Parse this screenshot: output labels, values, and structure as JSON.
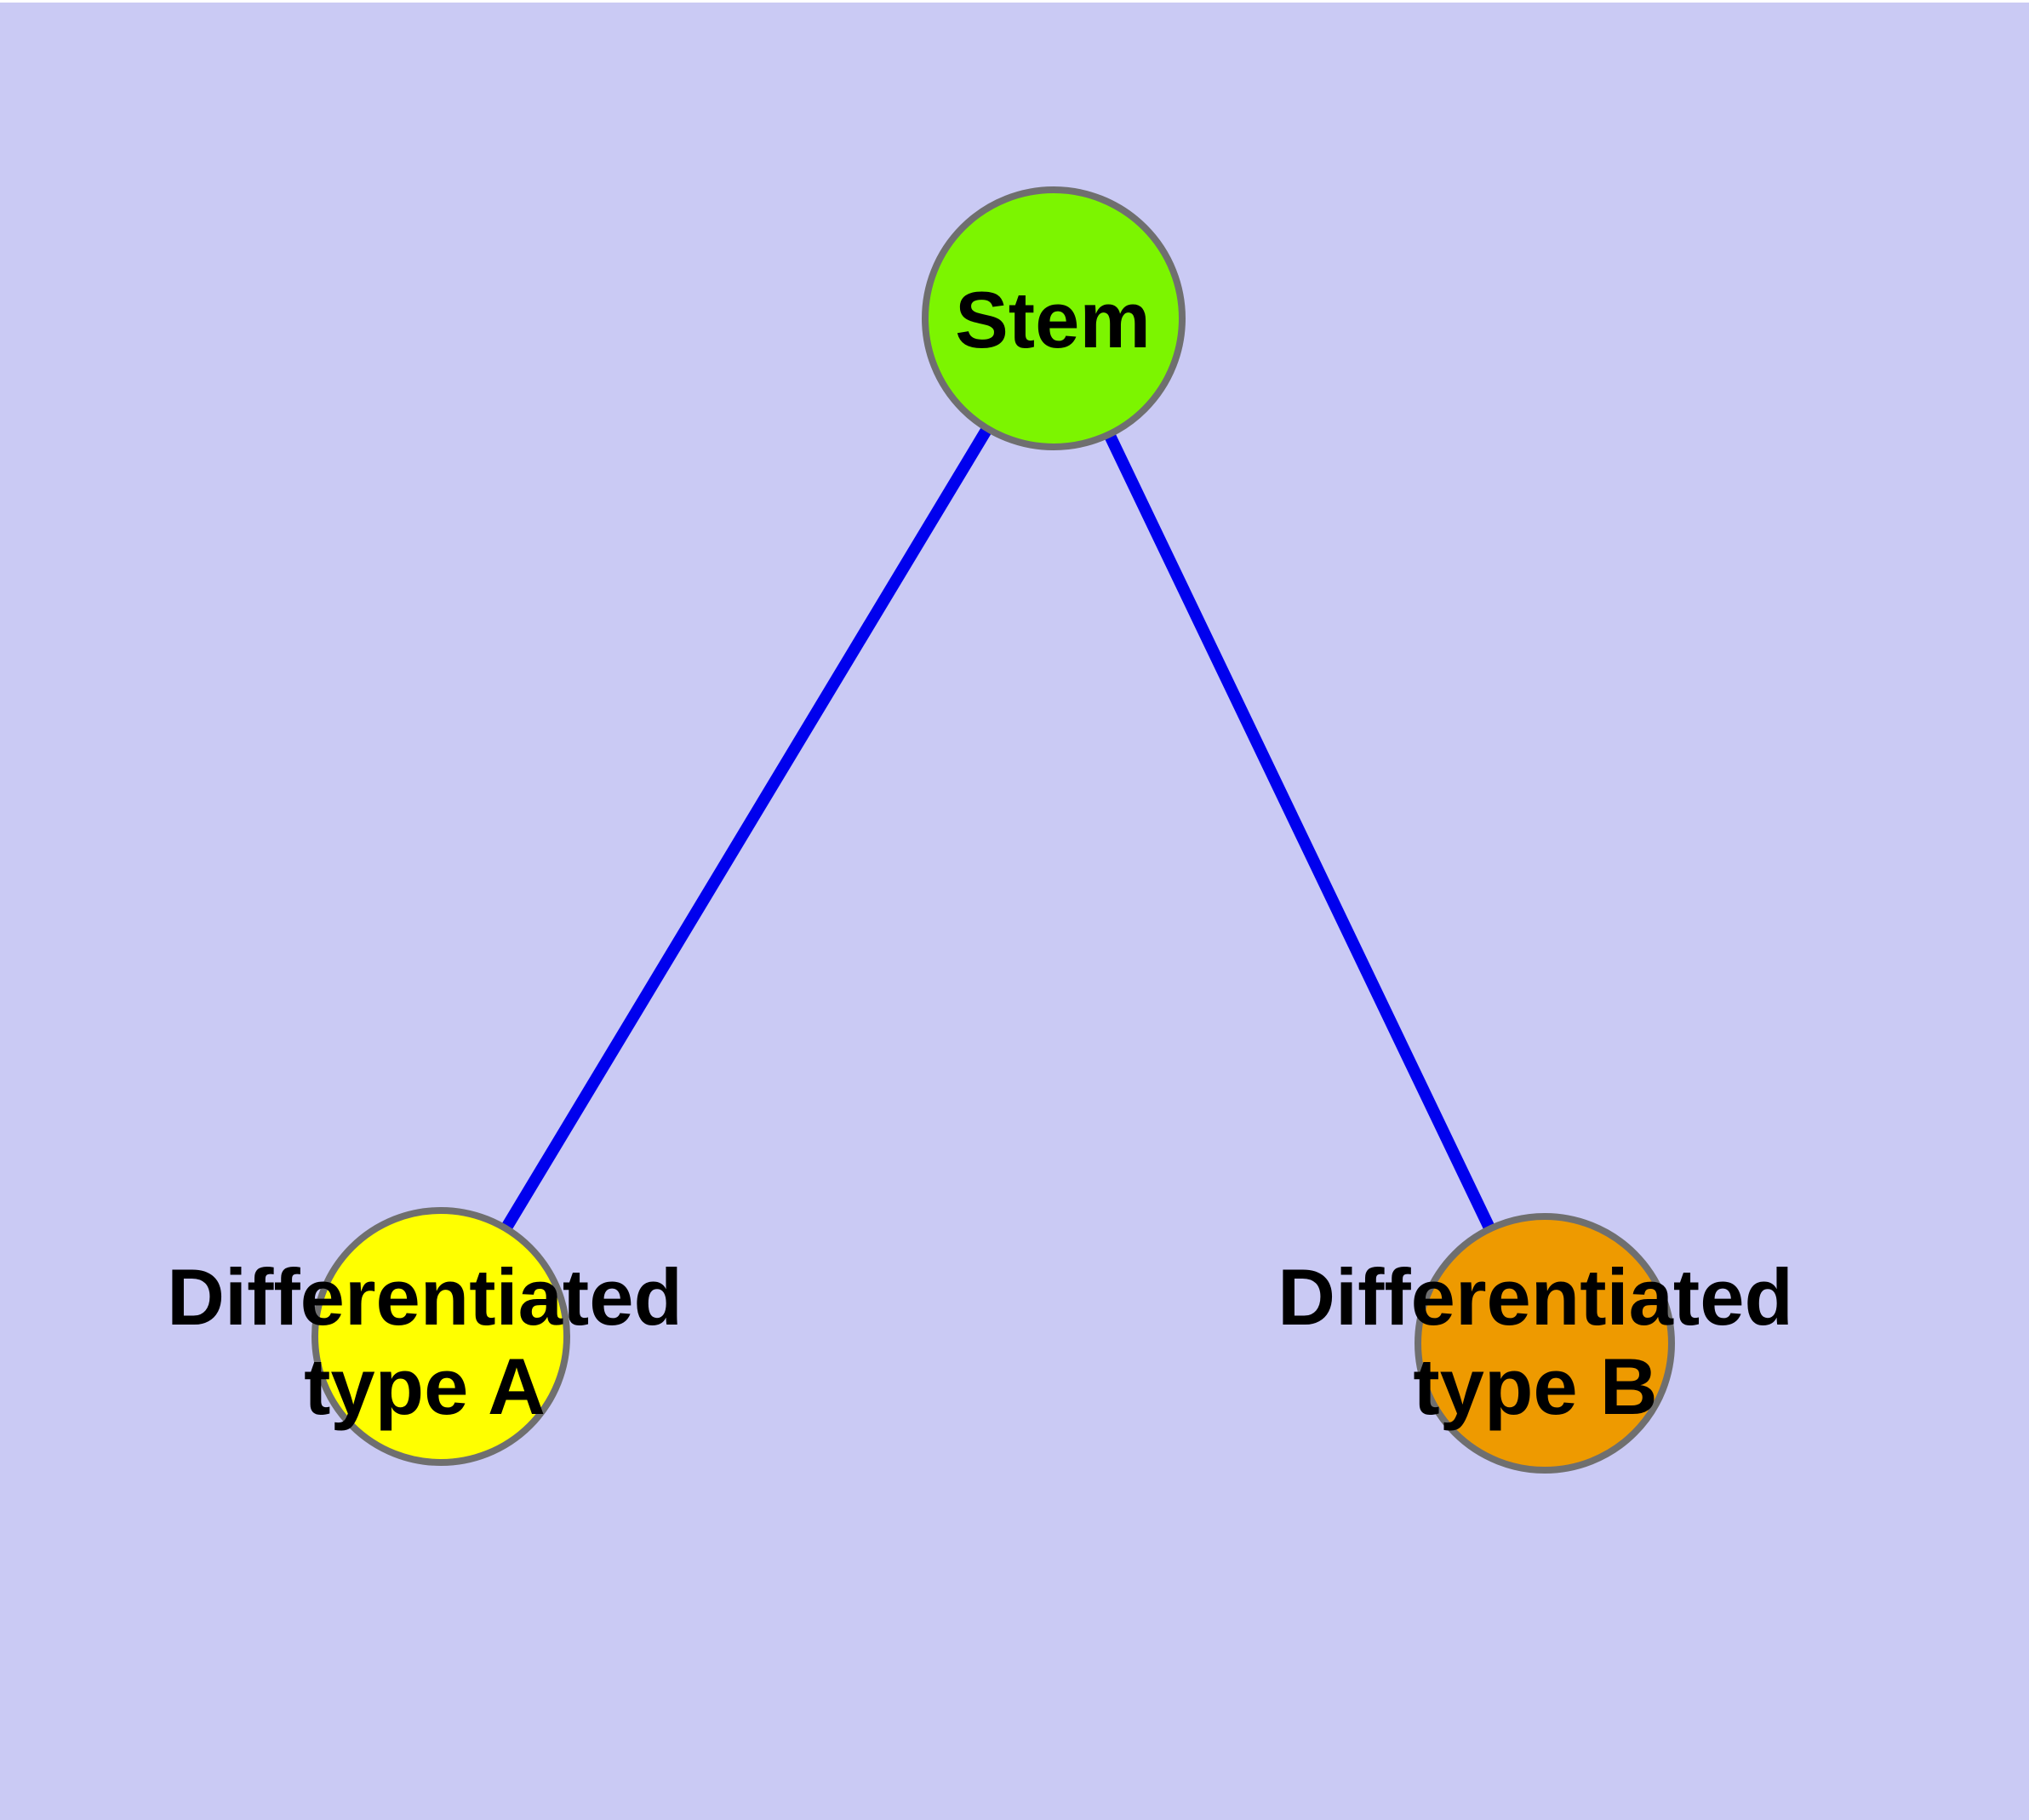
{
  "diagram": {
    "type": "node-link-graph",
    "description": "Stem cell differentiation graph: one stem node connected to two differentiated cell type nodes",
    "colors": {
      "background": "#CACAF4",
      "top_edge_strip": "#FFFFFF",
      "edge": "#0000EE",
      "node_border": "#6F6F6F",
      "label": "#000000"
    },
    "nodes": [
      {
        "id": "stem",
        "label_lines": [
          "Stem"
        ],
        "fill": "#7CF500"
      },
      {
        "id": "typeA",
        "label_lines": [
          "Differentiated",
          "type A"
        ],
        "fill": "#FFFF00"
      },
      {
        "id": "typeB",
        "label_lines": [
          "Differentiated",
          "type B"
        ],
        "fill": "#EE9A00"
      }
    ],
    "edges": [
      {
        "from": "stem",
        "to": "typeA"
      },
      {
        "from": "stem",
        "to": "typeB"
      }
    ]
  }
}
